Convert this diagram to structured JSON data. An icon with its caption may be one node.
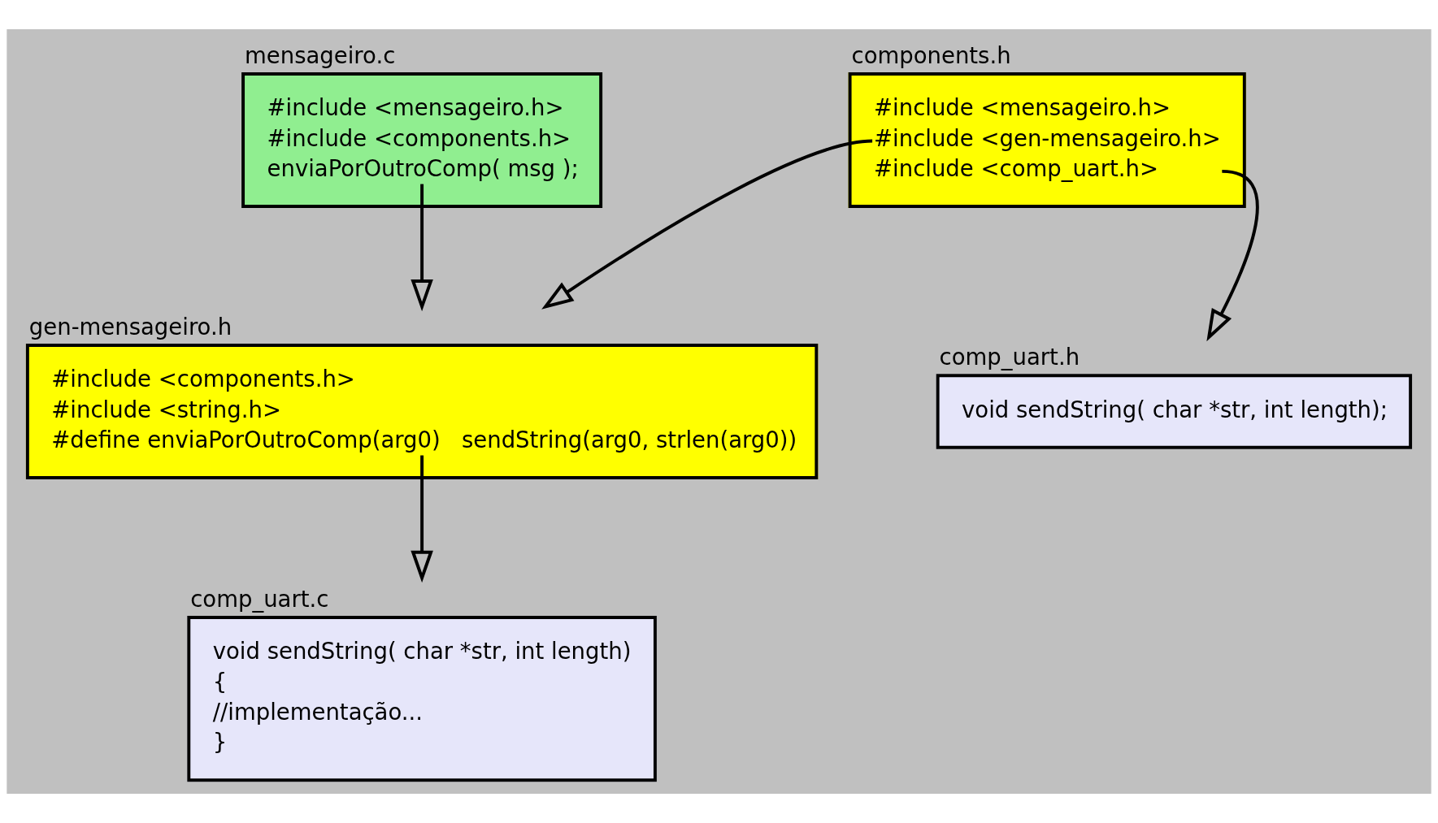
{
  "diagram": {
    "nodes": [
      {
        "text": [
          "mensageiro.c",
          "#include <mensageiro.h>",
          "#include <components.h>",
          "enviaPorOutroComp( msg );"
        ]
      },
      {
        "text": [
          "components.h",
          "#include <mensageiro.h>",
          "#include <gen-mensageiro.h>",
          "#include <comp_uart.h>"
        ]
      },
      {
        "text": [
          "comp_uart.h",
          "void sendString( char *str, int length);"
        ]
      },
      {
        "text": [
          "gen-mensageiro.h",
          "#include <components.h>",
          "#include <string.h>",
          "#define enviaPorOutroComp(arg0)   sendString(arg0, strlen(arg0))"
        ]
      },
      {
        "text": [
          "comp_uart.c",
          "void sendString( char *str, int length)",
          "{",
          "//implementação...",
          "}"
        ]
      }
    ],
    "edges": [
      {
        "from": 0,
        "to": 3,
        "arrow": "to"
      },
      {
        "from": 1,
        "to": 3,
        "arrow": "to"
      },
      {
        "from": 1,
        "to": 2,
        "arrow": "to"
      },
      {
        "from": 3,
        "to": 4,
        "arrow": "to"
      }
    ]
  }
}
